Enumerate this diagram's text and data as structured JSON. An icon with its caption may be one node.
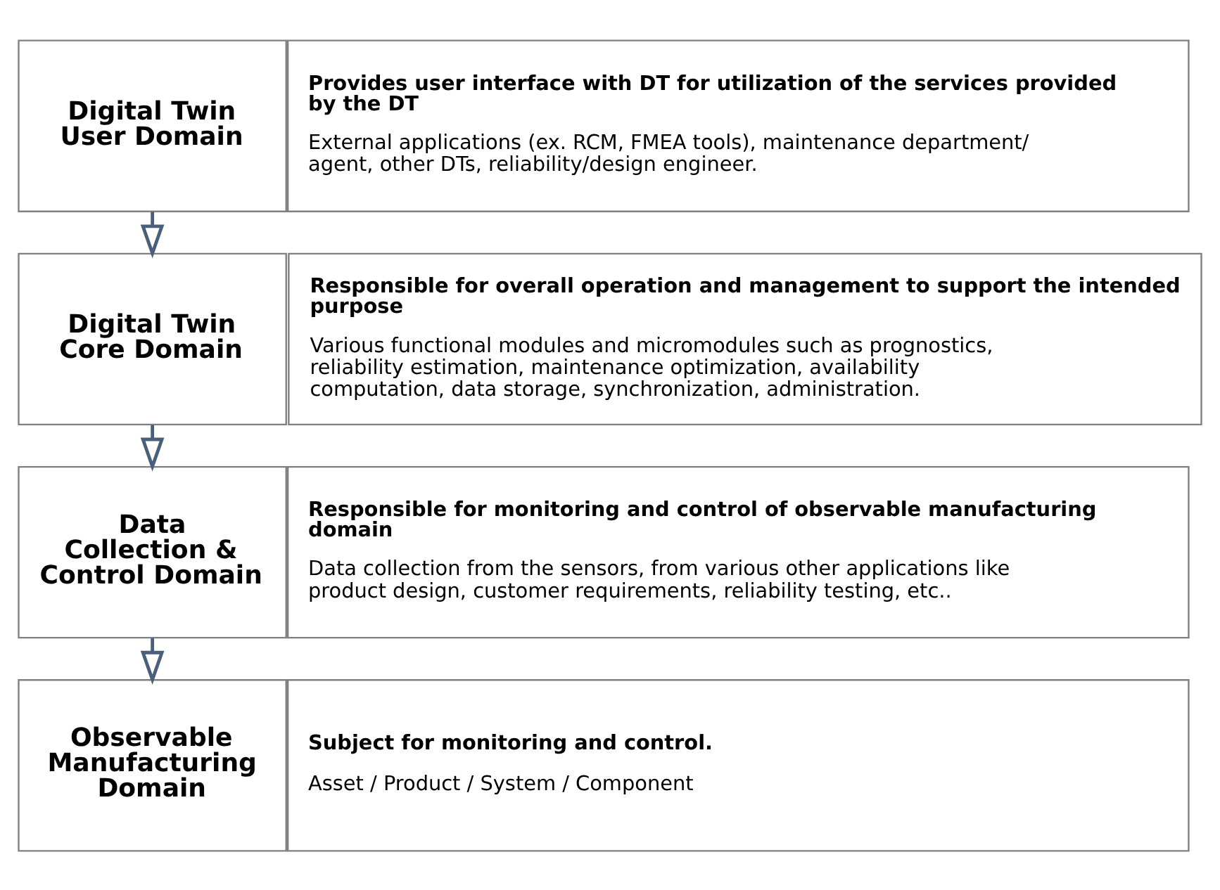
{
  "diagram": {
    "nodes": [
      {
        "text": [
          "Digital Twin User Domain"
        ]
      },
      {
        "text": [
          "Provides user interface with DT for utilization of the services provided by the DT",
          "External applications (ex. RCM, FMEA tools), maintenance department/ agent, other DTs, reliability/design engineer."
        ]
      },
      {
        "text": [
          "Digital Twin Core Domain"
        ]
      },
      {
        "text": [
          "Responsible for overall operation and management to support the intended purpose",
          "Various functional modules and micromodules such as prognostics, reliability estimation, maintenance optimization, availability computation, data storage, synchronization, administration."
        ]
      },
      {
        "text": [
          "Data Collection & Control Domain"
        ]
      },
      {
        "text": [
          "Responsible for monitoring and control of observable manufacturing domain",
          "Data collection from the sensors, from various other applications like product design, customer requirements, reliability testing, etc.."
        ]
      },
      {
        "text": [
          "Observable Manufacturing Domain"
        ]
      },
      {
        "text": [
          "Subject for monitoring and control.",
          "Asset / Product / System / Component"
        ]
      }
    ],
    "edges": [
      {
        "from": 0,
        "to": 2,
        "arrow": "to"
      },
      {
        "from": 2,
        "to": 4,
        "arrow": "to"
      },
      {
        "from": 4,
        "to": 6,
        "arrow": "to"
      }
    ]
  }
}
